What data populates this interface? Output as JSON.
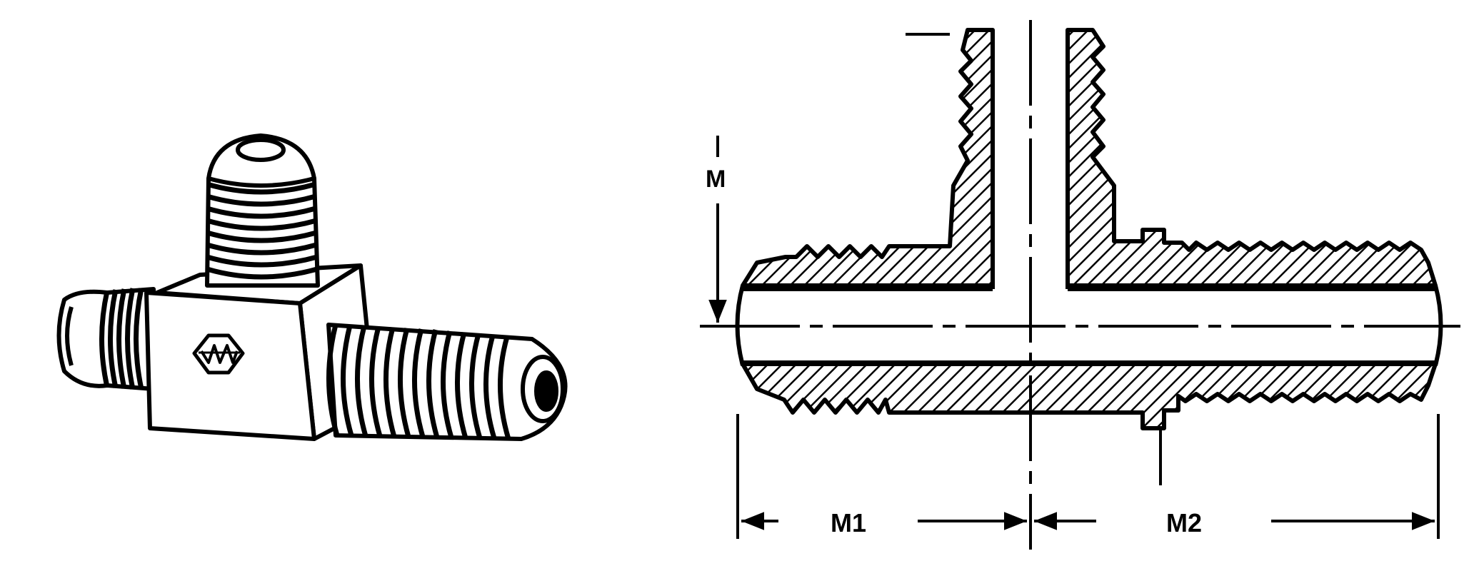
{
  "dimensions": {
    "m": "M",
    "m1": "M1",
    "m2": "M2"
  },
  "colors": {
    "ink": "#000000",
    "paper": "#ffffff"
  }
}
